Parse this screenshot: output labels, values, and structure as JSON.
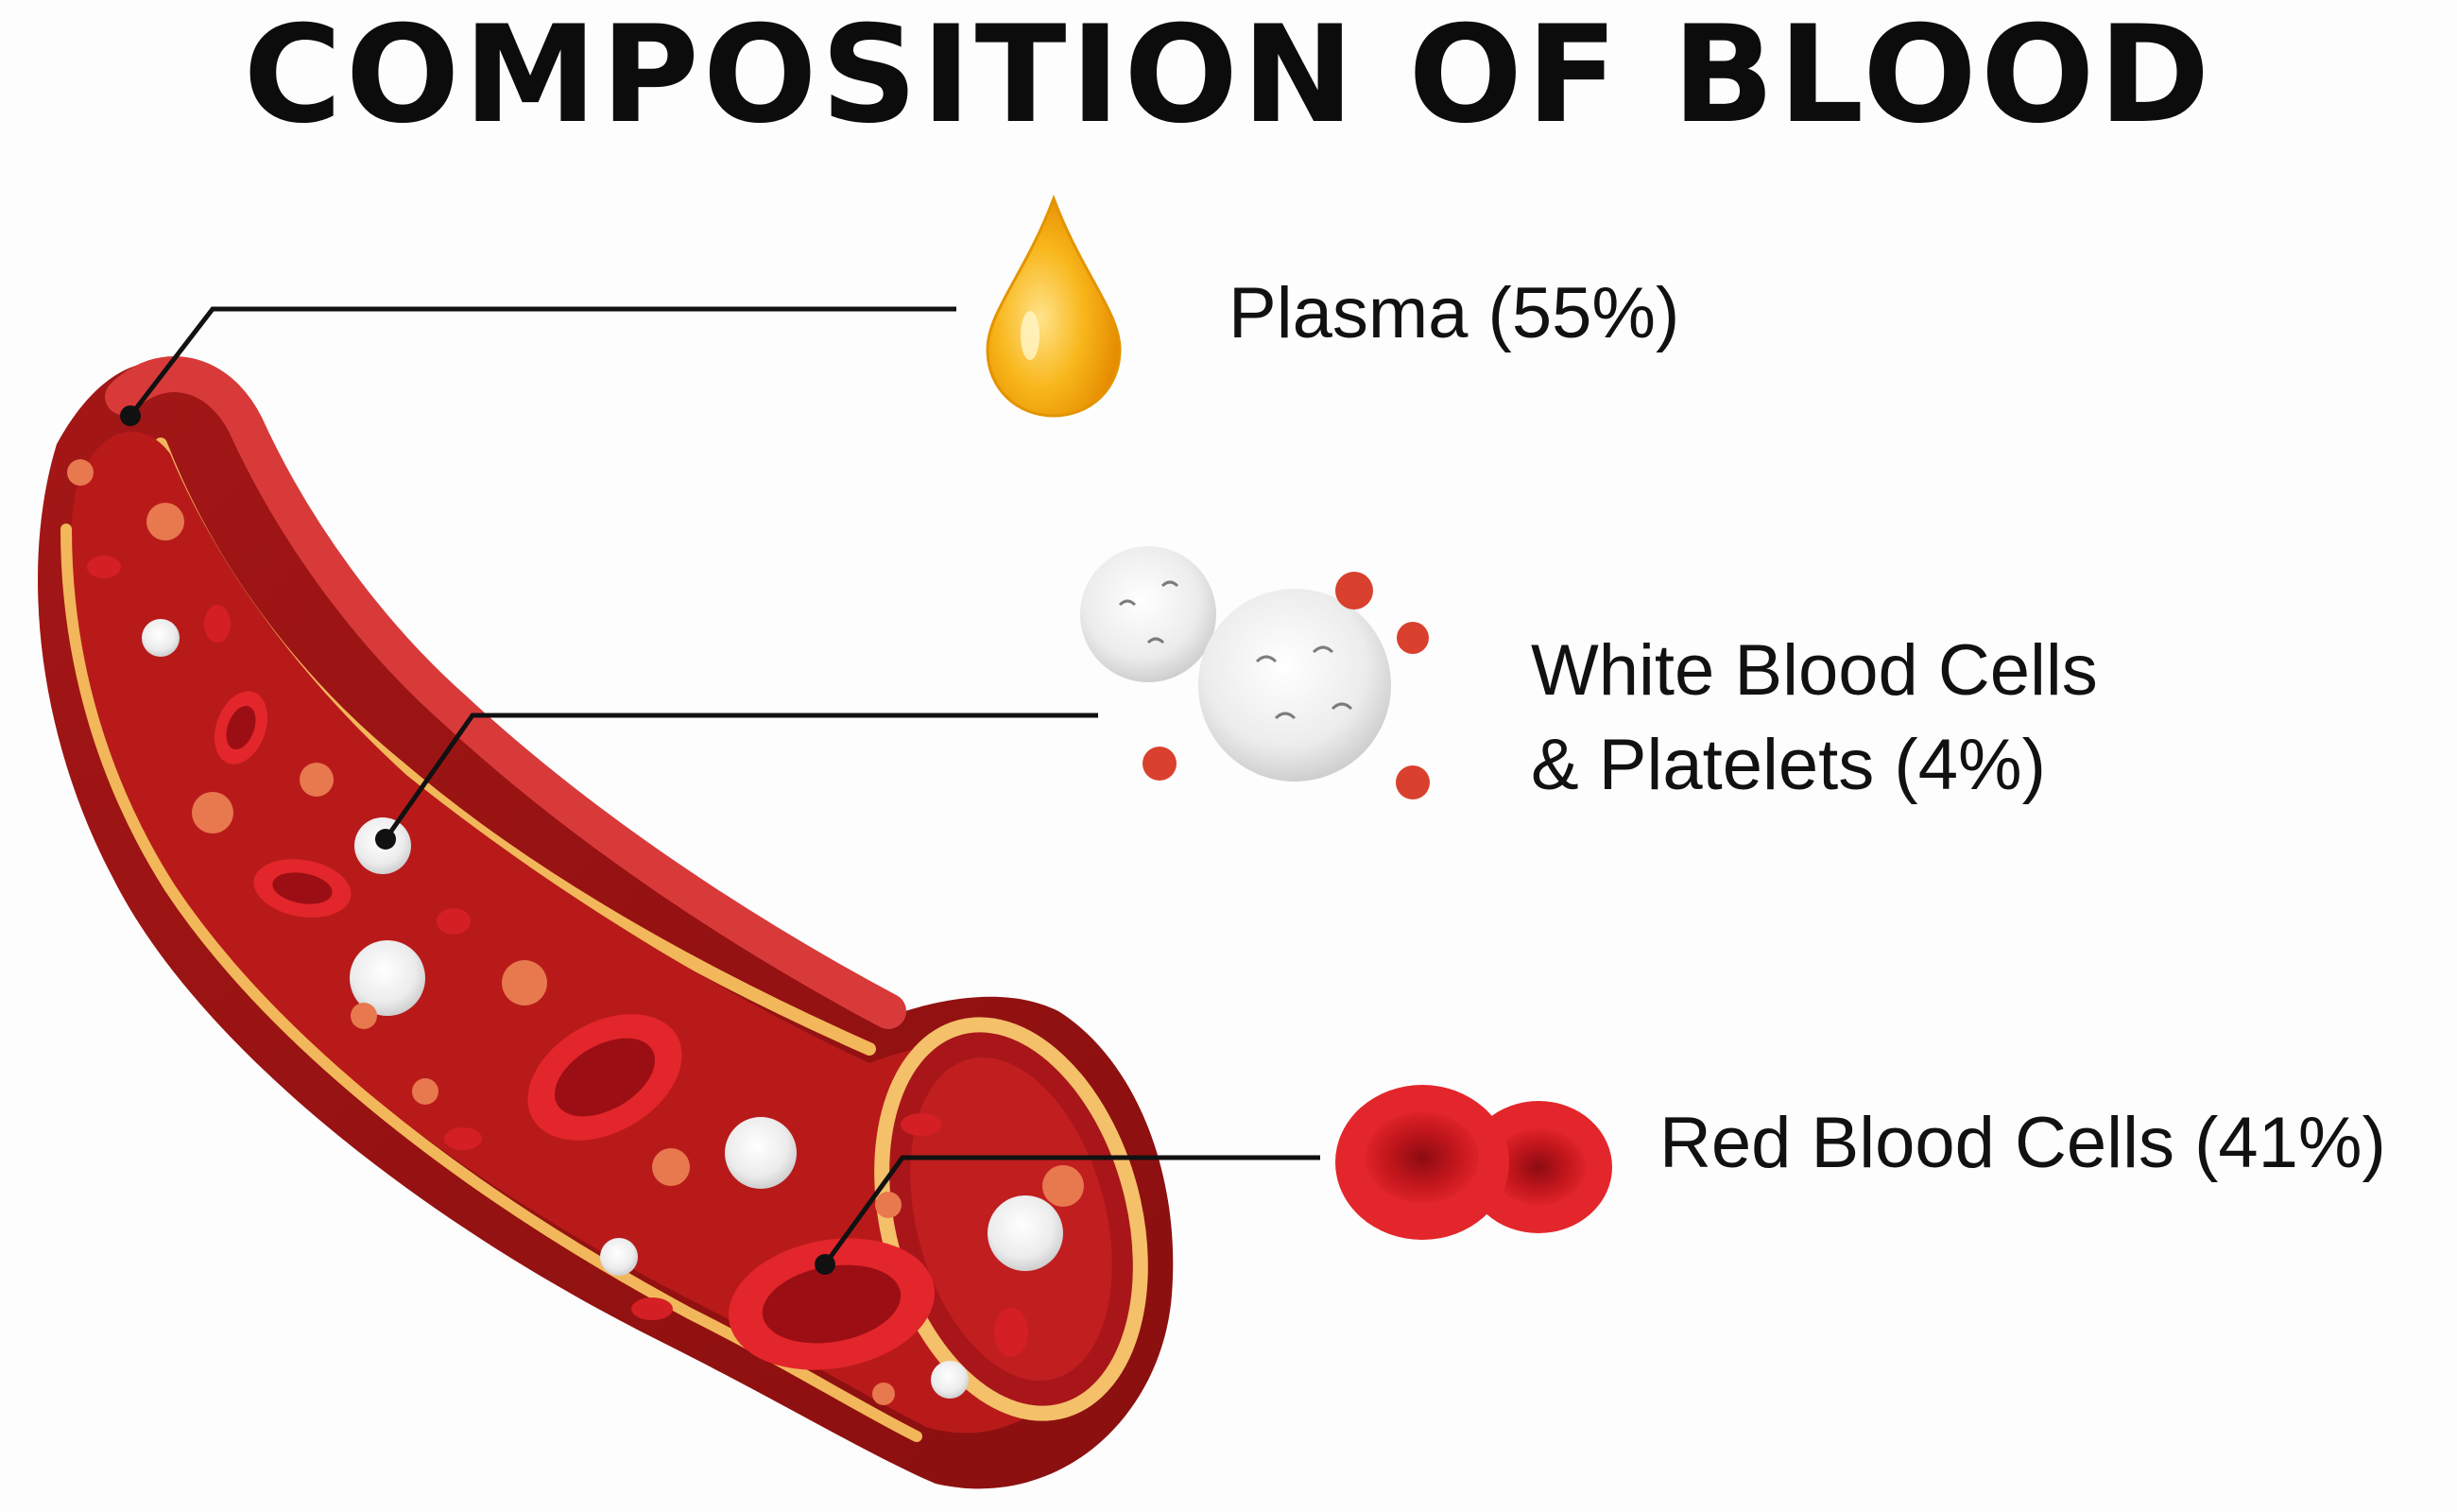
{
  "title": "COMPOSITION OF BLOOD",
  "components": [
    {
      "lines": [
        "Plasma (55%)"
      ],
      "icon": "plasma-droplet-icon"
    },
    {
      "lines": [
        "White Blood Cells",
        "& Platelets (4%)"
      ],
      "icon": "white-blood-cells-icon"
    },
    {
      "lines": [
        "Red Blood Cells (41%)"
      ],
      "icon": "red-blood-cells-icon"
    }
  ],
  "colors": {
    "vessel_outer": "#9e1414",
    "vessel_inner": "#c21f1f",
    "vessel_lining": "#f2b75a",
    "plasma": "#f6a800",
    "red_cell": "#d81c22",
    "platelet": "#e8704a",
    "white_cell": "#f1f1f1"
  }
}
